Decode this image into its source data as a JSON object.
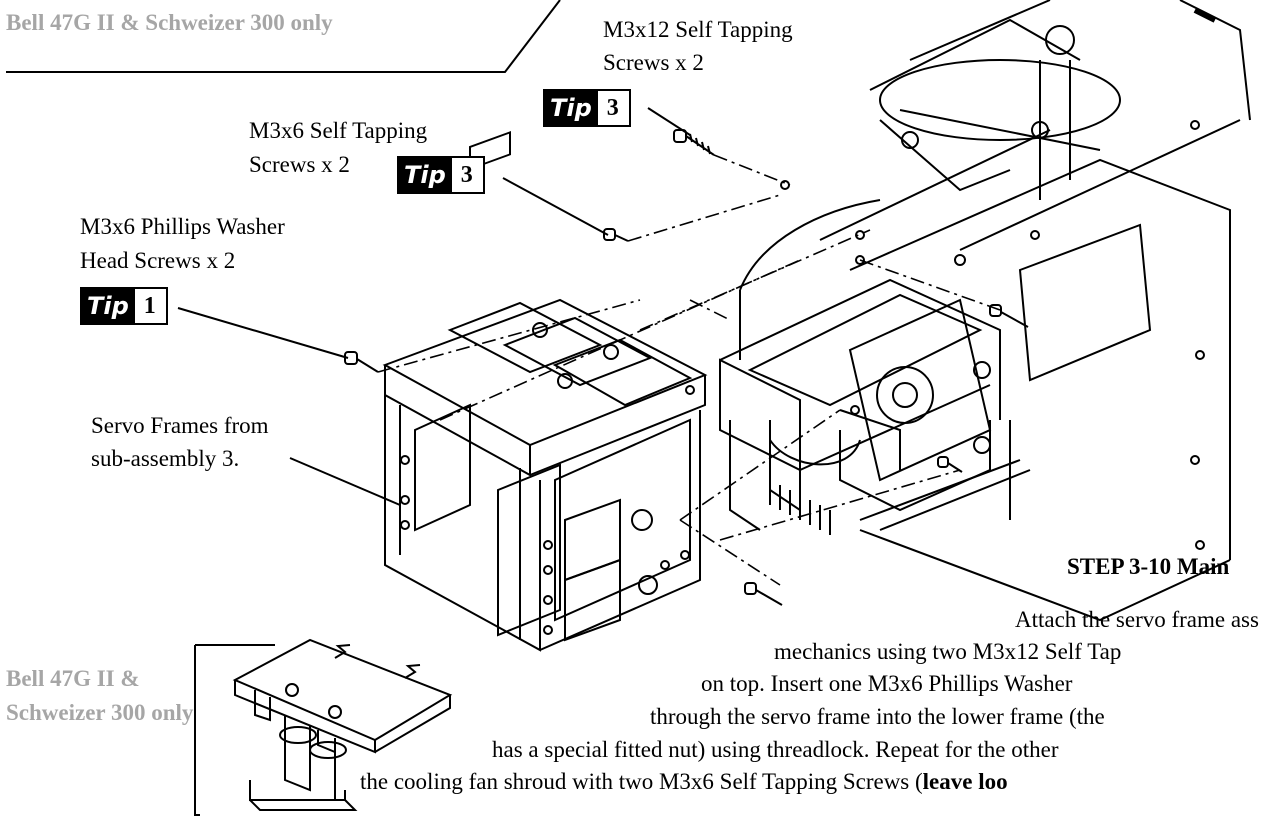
{
  "top_note": "Bell 47G II & Schweizer 300 only",
  "side_note_line1": "Bell 47G II &",
  "side_note_line2": "Schweizer 300 only",
  "callouts": {
    "m3x12_line1": "M3x12 Self Tapping",
    "m3x12_line2": "Screws x 2",
    "m3x12_tip_word": "Tip",
    "m3x12_tip_num": "3",
    "m3x6st_line1": "M3x6 Self Tapping",
    "m3x6st_line2": "Screws x 2",
    "m3x6st_tip_word": "Tip",
    "m3x6st_tip_num": "3",
    "m3x6ph_line1": "M3x6 Phillips Washer",
    "m3x6ph_line2": "Head Screws x 2",
    "m3x6ph_tip_word": "Tip",
    "m3x6ph_tip_num": "1",
    "servo_line1": "Servo Frames from",
    "servo_line2": "sub-assembly 3."
  },
  "step": {
    "heading": "STEP 3-10  Main",
    "line1": "Attach the servo frame ass",
    "line2": "mechanics using two M3x12 Self Tap",
    "line3": "on top. Insert one M3x6 Phillips Washer",
    "line4": "through the servo frame into the lower frame (the",
    "line5": "has a special fitted nut) using threadlock. Repeat for the other",
    "line6_pre": "the cooling fan shroud with two M3x6 Self Tapping Screws (",
    "line6_bold": "leave loo"
  }
}
